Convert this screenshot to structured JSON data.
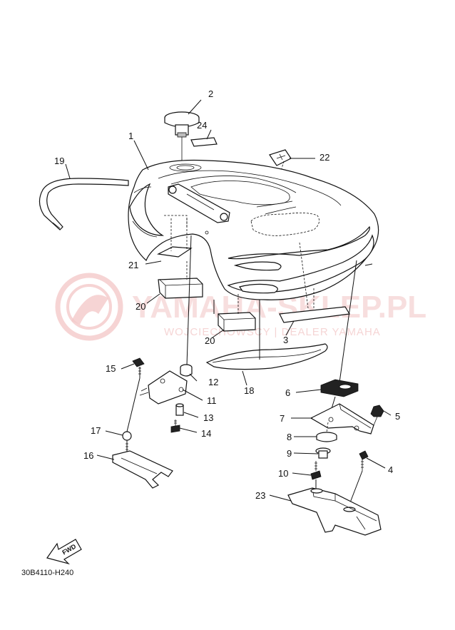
{
  "watermark": {
    "main": "YAMAHA-SKLEP.PL",
    "sub": "WOJCIECHOWSCY | DEALER YAMAHA"
  },
  "labels": {
    "p1": "1",
    "p2": "2",
    "p3": "3",
    "p4": "4",
    "p5": "5",
    "p6": "6",
    "p7": "7",
    "p8": "8",
    "p9": "9",
    "p10": "10",
    "p11": "11",
    "p12": "12",
    "p13": "13",
    "p14": "14",
    "p15": "15",
    "p16": "16",
    "p17": "17",
    "p18": "18",
    "p19": "19",
    "p20a": "20",
    "p20b": "20",
    "p21": "21",
    "p22": "22",
    "p23": "23",
    "p24": "24"
  },
  "fwd_label": "FWD",
  "diagram_code": "30B4110-H240"
}
